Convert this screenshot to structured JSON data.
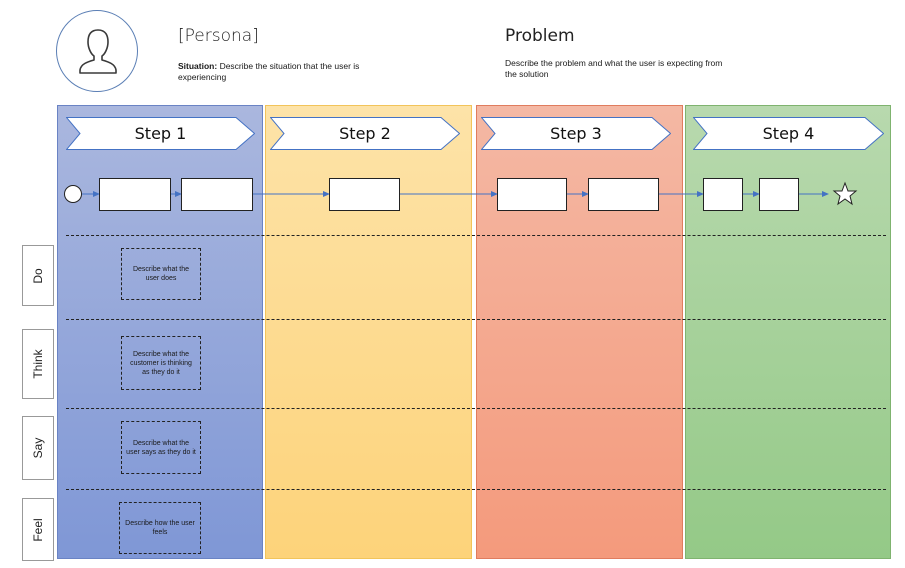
{
  "persona": {
    "title": "[Persona]",
    "situation_label": "Situation:",
    "situation_text": " Describe the situation that the user is experiencing",
    "icon": "user-silhouette-icon"
  },
  "problem": {
    "title": "Problem",
    "description": "Describe the problem and what the user is expecting from the solution"
  },
  "steps": [
    {
      "label": "Step 1"
    },
    {
      "label": "Step 2"
    },
    {
      "label": "Step 3"
    },
    {
      "label": "Step 4"
    }
  ],
  "rows": [
    {
      "label": "Do"
    },
    {
      "label": "Think"
    },
    {
      "label": "Say"
    },
    {
      "label": "Feel"
    }
  ],
  "descriptions": {
    "do": "Describe what the user does",
    "think": "Describe  what the customer is thinking as they do it",
    "say": "Describe what the user says as they do it",
    "feel": "Describe how the user feels"
  },
  "colors": {
    "step1": "#8fa3da",
    "step2": "#fdd98f",
    "step3": "#f4a98e",
    "step4": "#a6d19a",
    "flow_line": "#4472c4"
  }
}
